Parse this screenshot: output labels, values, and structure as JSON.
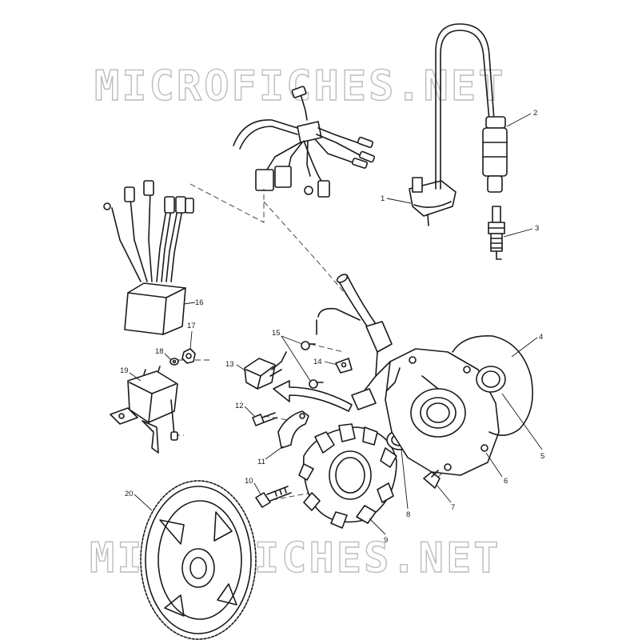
{
  "watermark": {
    "top_text": "MICROFICHES.NET",
    "bottom_text": "MICROFICHES.NET",
    "color": "#bdbdbd"
  },
  "callouts": {
    "c1": "1",
    "c2": "2",
    "c3": "3",
    "c4": "4",
    "c5": "5",
    "c6": "6",
    "c7": "7",
    "c8": "8",
    "c9": "9",
    "c10": "10",
    "c11": "11",
    "c12": "12",
    "c13": "13",
    "c14": "14",
    "c15": "15",
    "c16": "16",
    "c17": "17",
    "c18": "18",
    "c19": "19",
    "c20": "20"
  },
  "colors": {
    "ink": "#1a1a1a",
    "background": "#ffffff"
  }
}
